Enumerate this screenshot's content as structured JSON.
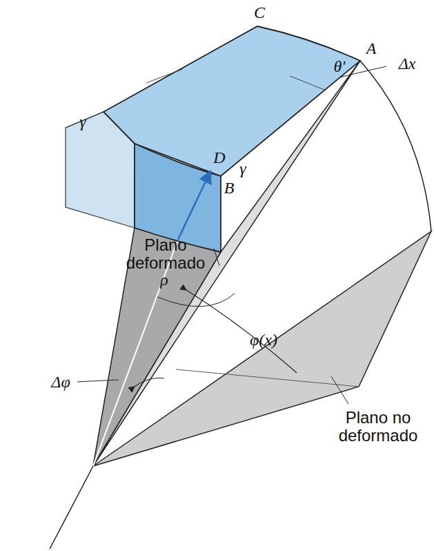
{
  "diagram": {
    "labels": [
      "C",
      "A",
      "θ′",
      "γ",
      "Δx",
      "D",
      "B",
      "γ",
      "Plano deformado",
      "ρ",
      "φ(x)",
      "Δφ",
      "Plano no deformado"
    ]
  }
}
